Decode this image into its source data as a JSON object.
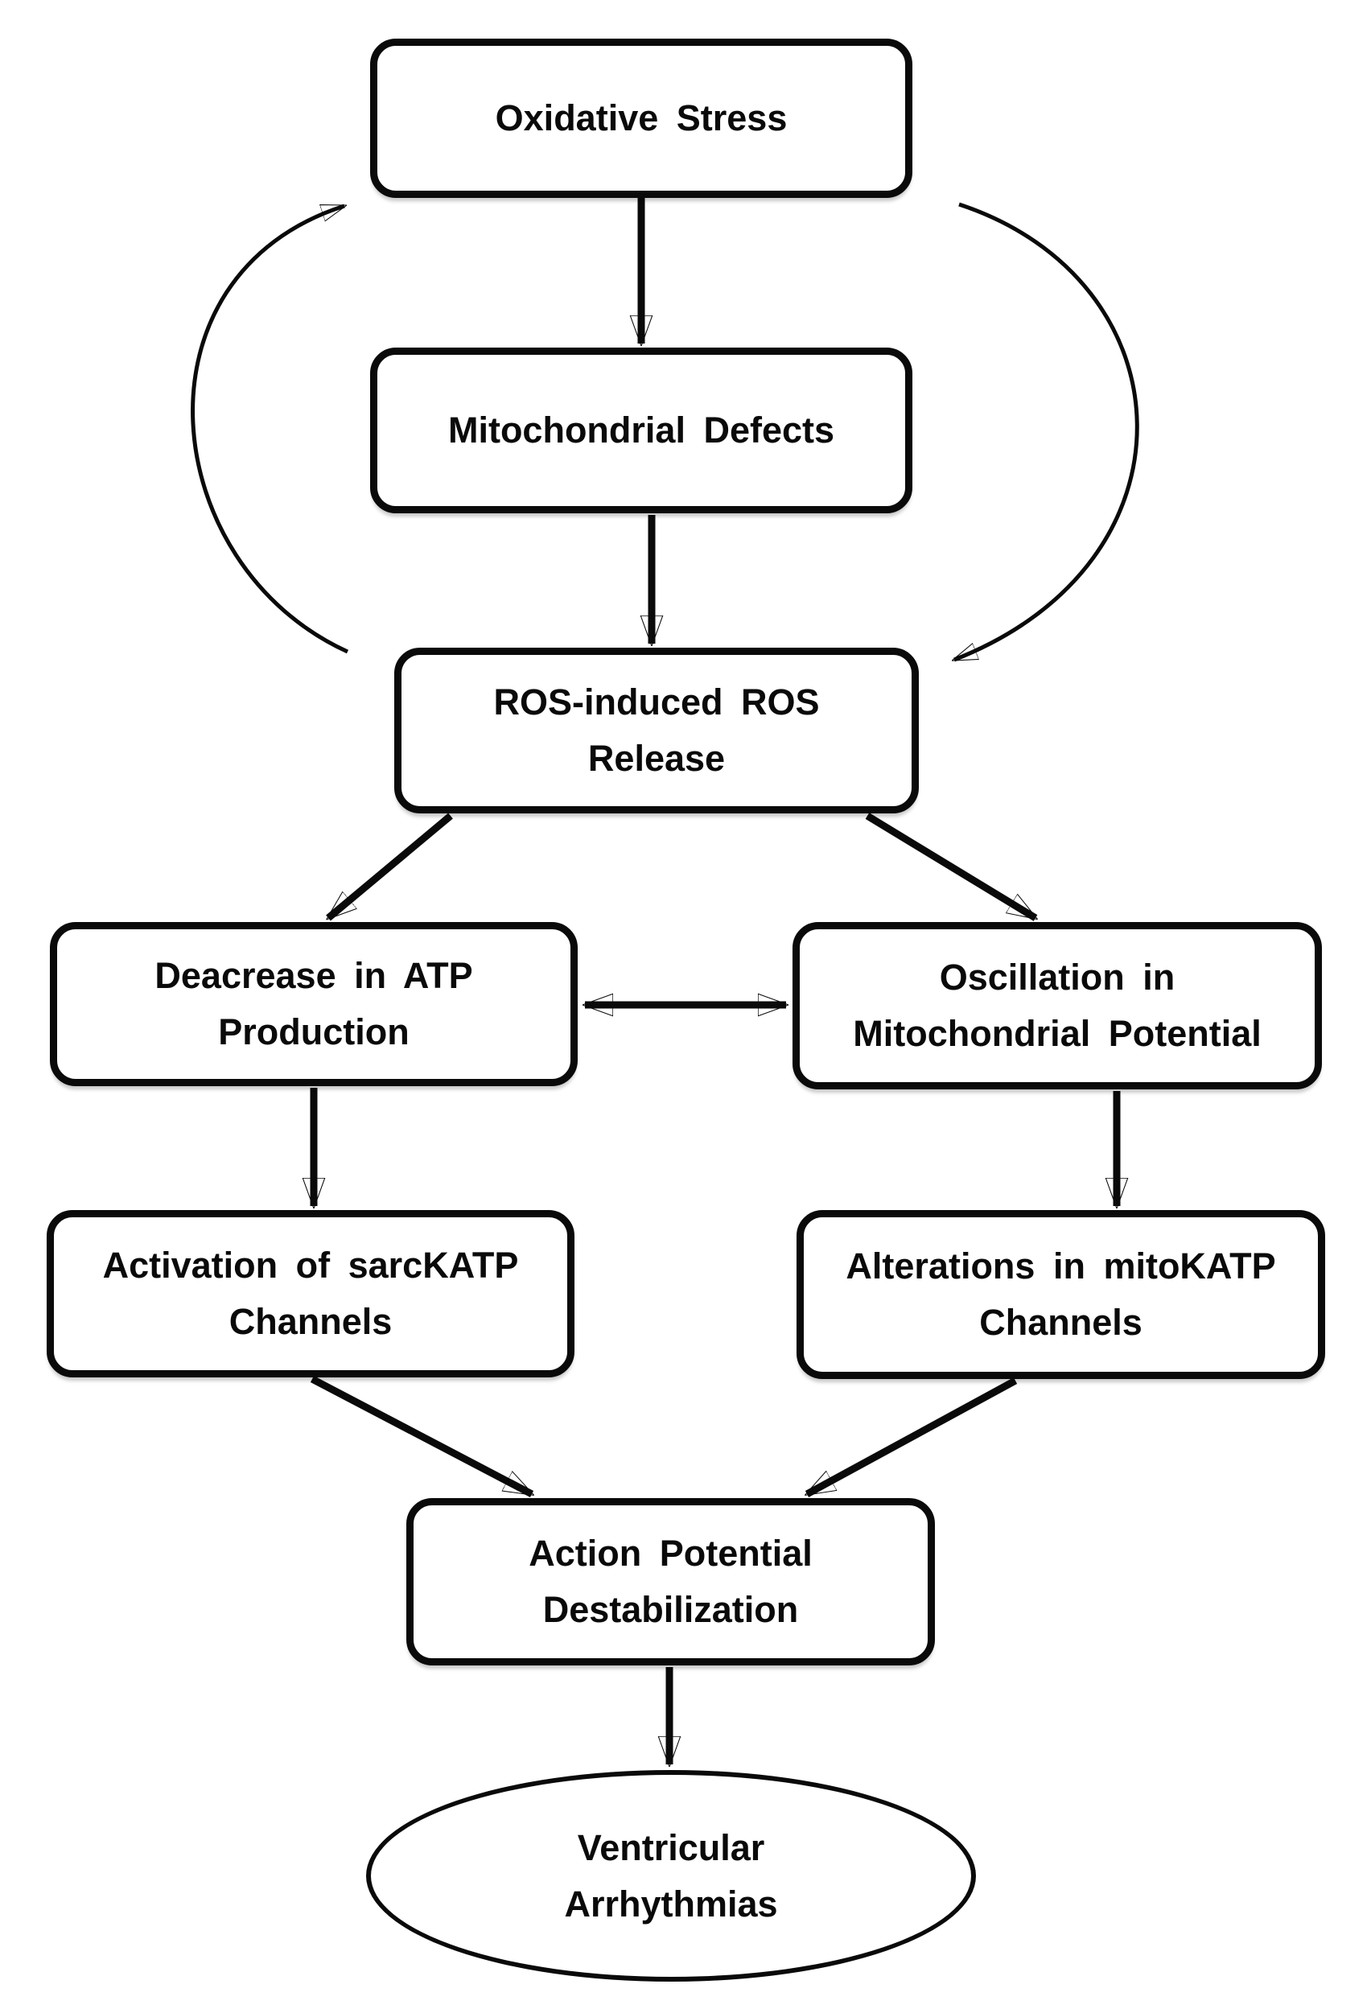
{
  "diagram": {
    "type": "flowchart",
    "background_color": "#ffffff",
    "node_fill_color": "#ffffff",
    "node_border_color": "#000000",
    "text_color": "#000000",
    "nodes": {
      "oxidative_stress": {
        "shape": "rounded-rect",
        "line1": "Oxidative Stress"
      },
      "mitochondrial_defects": {
        "shape": "rounded-rect",
        "line1": "Mitochondrial Defects"
      },
      "ros_release": {
        "shape": "rounded-rect",
        "line1": "ROS-induced ROS",
        "line2": "Release"
      },
      "decrease_atp": {
        "shape": "rounded-rect",
        "line1": "Deacrease in ATP",
        "line2": "Production"
      },
      "oscillation": {
        "shape": "rounded-rect",
        "line1": "Oscillation in",
        "line2": "Mitochondrial Potential"
      },
      "sarckatp": {
        "shape": "rounded-rect",
        "line1": "Activation of sarcKATP",
        "line2": "Channels"
      },
      "mitokatp": {
        "shape": "rounded-rect",
        "line1": "Alterations in mitoKATP",
        "line2": "Channels"
      },
      "action_potential": {
        "shape": "rounded-rect",
        "line1": "Action Potential",
        "line2": "Destabilization"
      },
      "ventricular": {
        "shape": "ellipse",
        "line1": "Ventricular",
        "line2": "Arrhythmias"
      }
    },
    "edges": [
      {
        "from": "oxidative_stress",
        "to": "mitochondrial_defects",
        "type": "arrow"
      },
      {
        "from": "mitochondrial_defects",
        "to": "ros_release",
        "type": "arrow"
      },
      {
        "from": "ros_release",
        "to": "decrease_atp",
        "type": "arrow"
      },
      {
        "from": "ros_release",
        "to": "oscillation",
        "type": "arrow"
      },
      {
        "from": "decrease_atp",
        "to": "oscillation",
        "type": "double-arrow"
      },
      {
        "from": "decrease_atp",
        "to": "sarckatp",
        "type": "arrow"
      },
      {
        "from": "oscillation",
        "to": "mitokatp",
        "type": "arrow"
      },
      {
        "from": "sarckatp",
        "to": "action_potential",
        "type": "arrow"
      },
      {
        "from": "mitokatp",
        "to": "action_potential",
        "type": "arrow"
      },
      {
        "from": "action_potential",
        "to": "ventricular",
        "type": "arrow"
      },
      {
        "from": "ros_release",
        "to": "oxidative_stress",
        "type": "curved-feedback-left"
      },
      {
        "from": "oxidative_stress",
        "to": "ros_release",
        "type": "curved-feedback-right"
      }
    ]
  }
}
